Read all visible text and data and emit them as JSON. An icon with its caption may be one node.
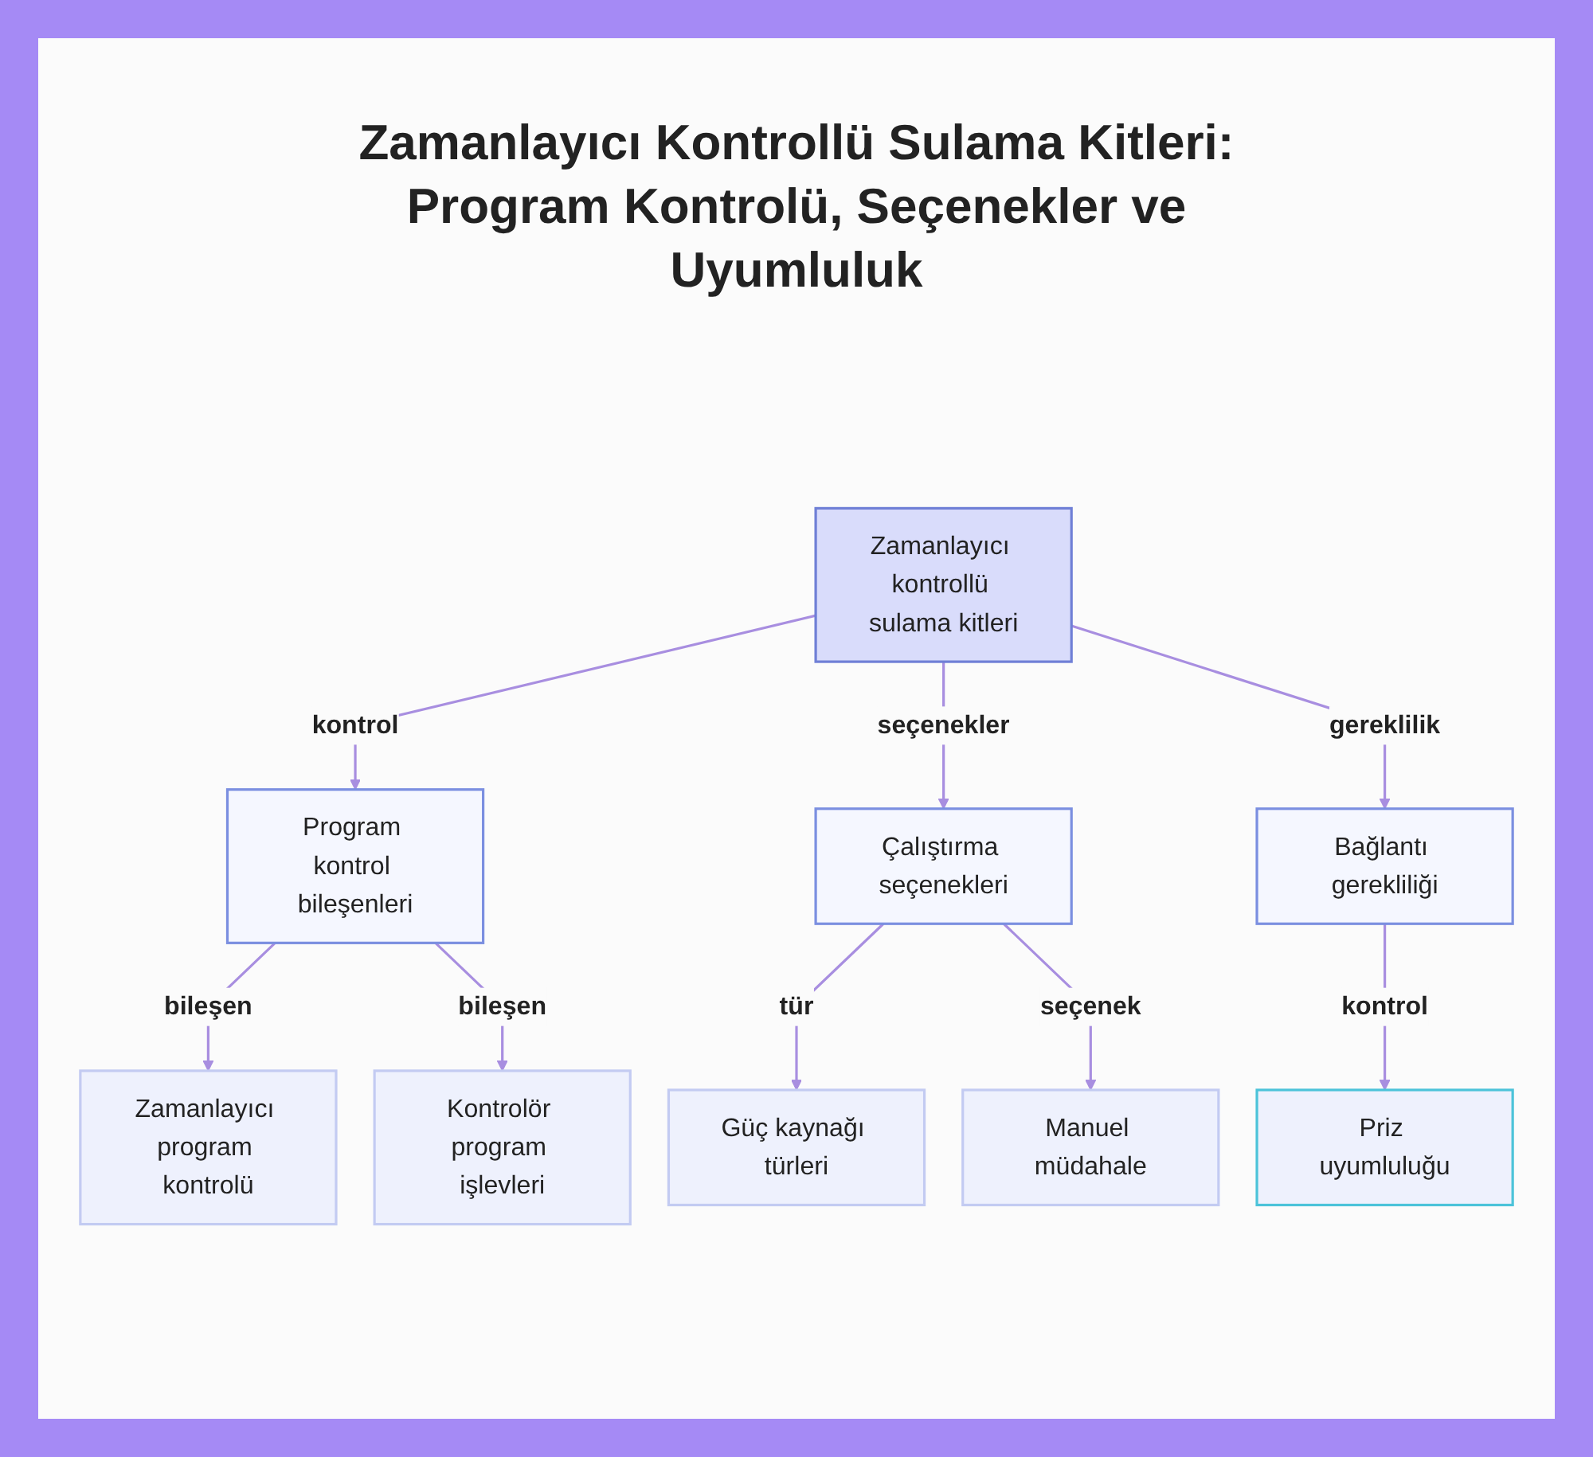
{
  "diagram": {
    "title": "Zamanlayıcı Kontrollü Sulama Kitleri: Program Kontrolü, Seçenekler ve Uyumluluk",
    "nodes": [
      {
        "text": [
          "Zamanlayıcı kontrollü sulama kitleri"
        ]
      },
      {
        "text": [
          "Program kontrol bileşenleri"
        ]
      },
      {
        "text": [
          "Çalıştırma seçenekleri"
        ]
      },
      {
        "text": [
          "Bağlantı gerekliliği"
        ]
      },
      {
        "text": [
          "Zamanlayıcı program kontrolü"
        ]
      },
      {
        "text": [
          "Kontrolör program işlevleri"
        ]
      },
      {
        "text": [
          "Güç kaynağı türleri"
        ]
      },
      {
        "text": [
          "Manuel müdahale"
        ]
      },
      {
        "text": [
          "Priz uyumluluğu"
        ]
      }
    ],
    "edges": [
      {
        "from": 0,
        "to": 1,
        "arrow": "to",
        "label": "kontrol"
      },
      {
        "from": 0,
        "to": 2,
        "arrow": "to",
        "label": "seçenekler"
      },
      {
        "from": 0,
        "to": 3,
        "arrow": "to",
        "label": "gereklilik"
      },
      {
        "from": 1,
        "to": 4,
        "arrow": "to",
        "label": "bileşen"
      },
      {
        "from": 1,
        "to": 5,
        "arrow": "to",
        "label": "bileşen"
      },
      {
        "from": 2,
        "to": 6,
        "arrow": "to",
        "label": "tür"
      },
      {
        "from": 2,
        "to": 7,
        "arrow": "to",
        "label": "seçenek"
      },
      {
        "from": 3,
        "to": 8,
        "arrow": "to",
        "label": "kontrol"
      }
    ]
  }
}
